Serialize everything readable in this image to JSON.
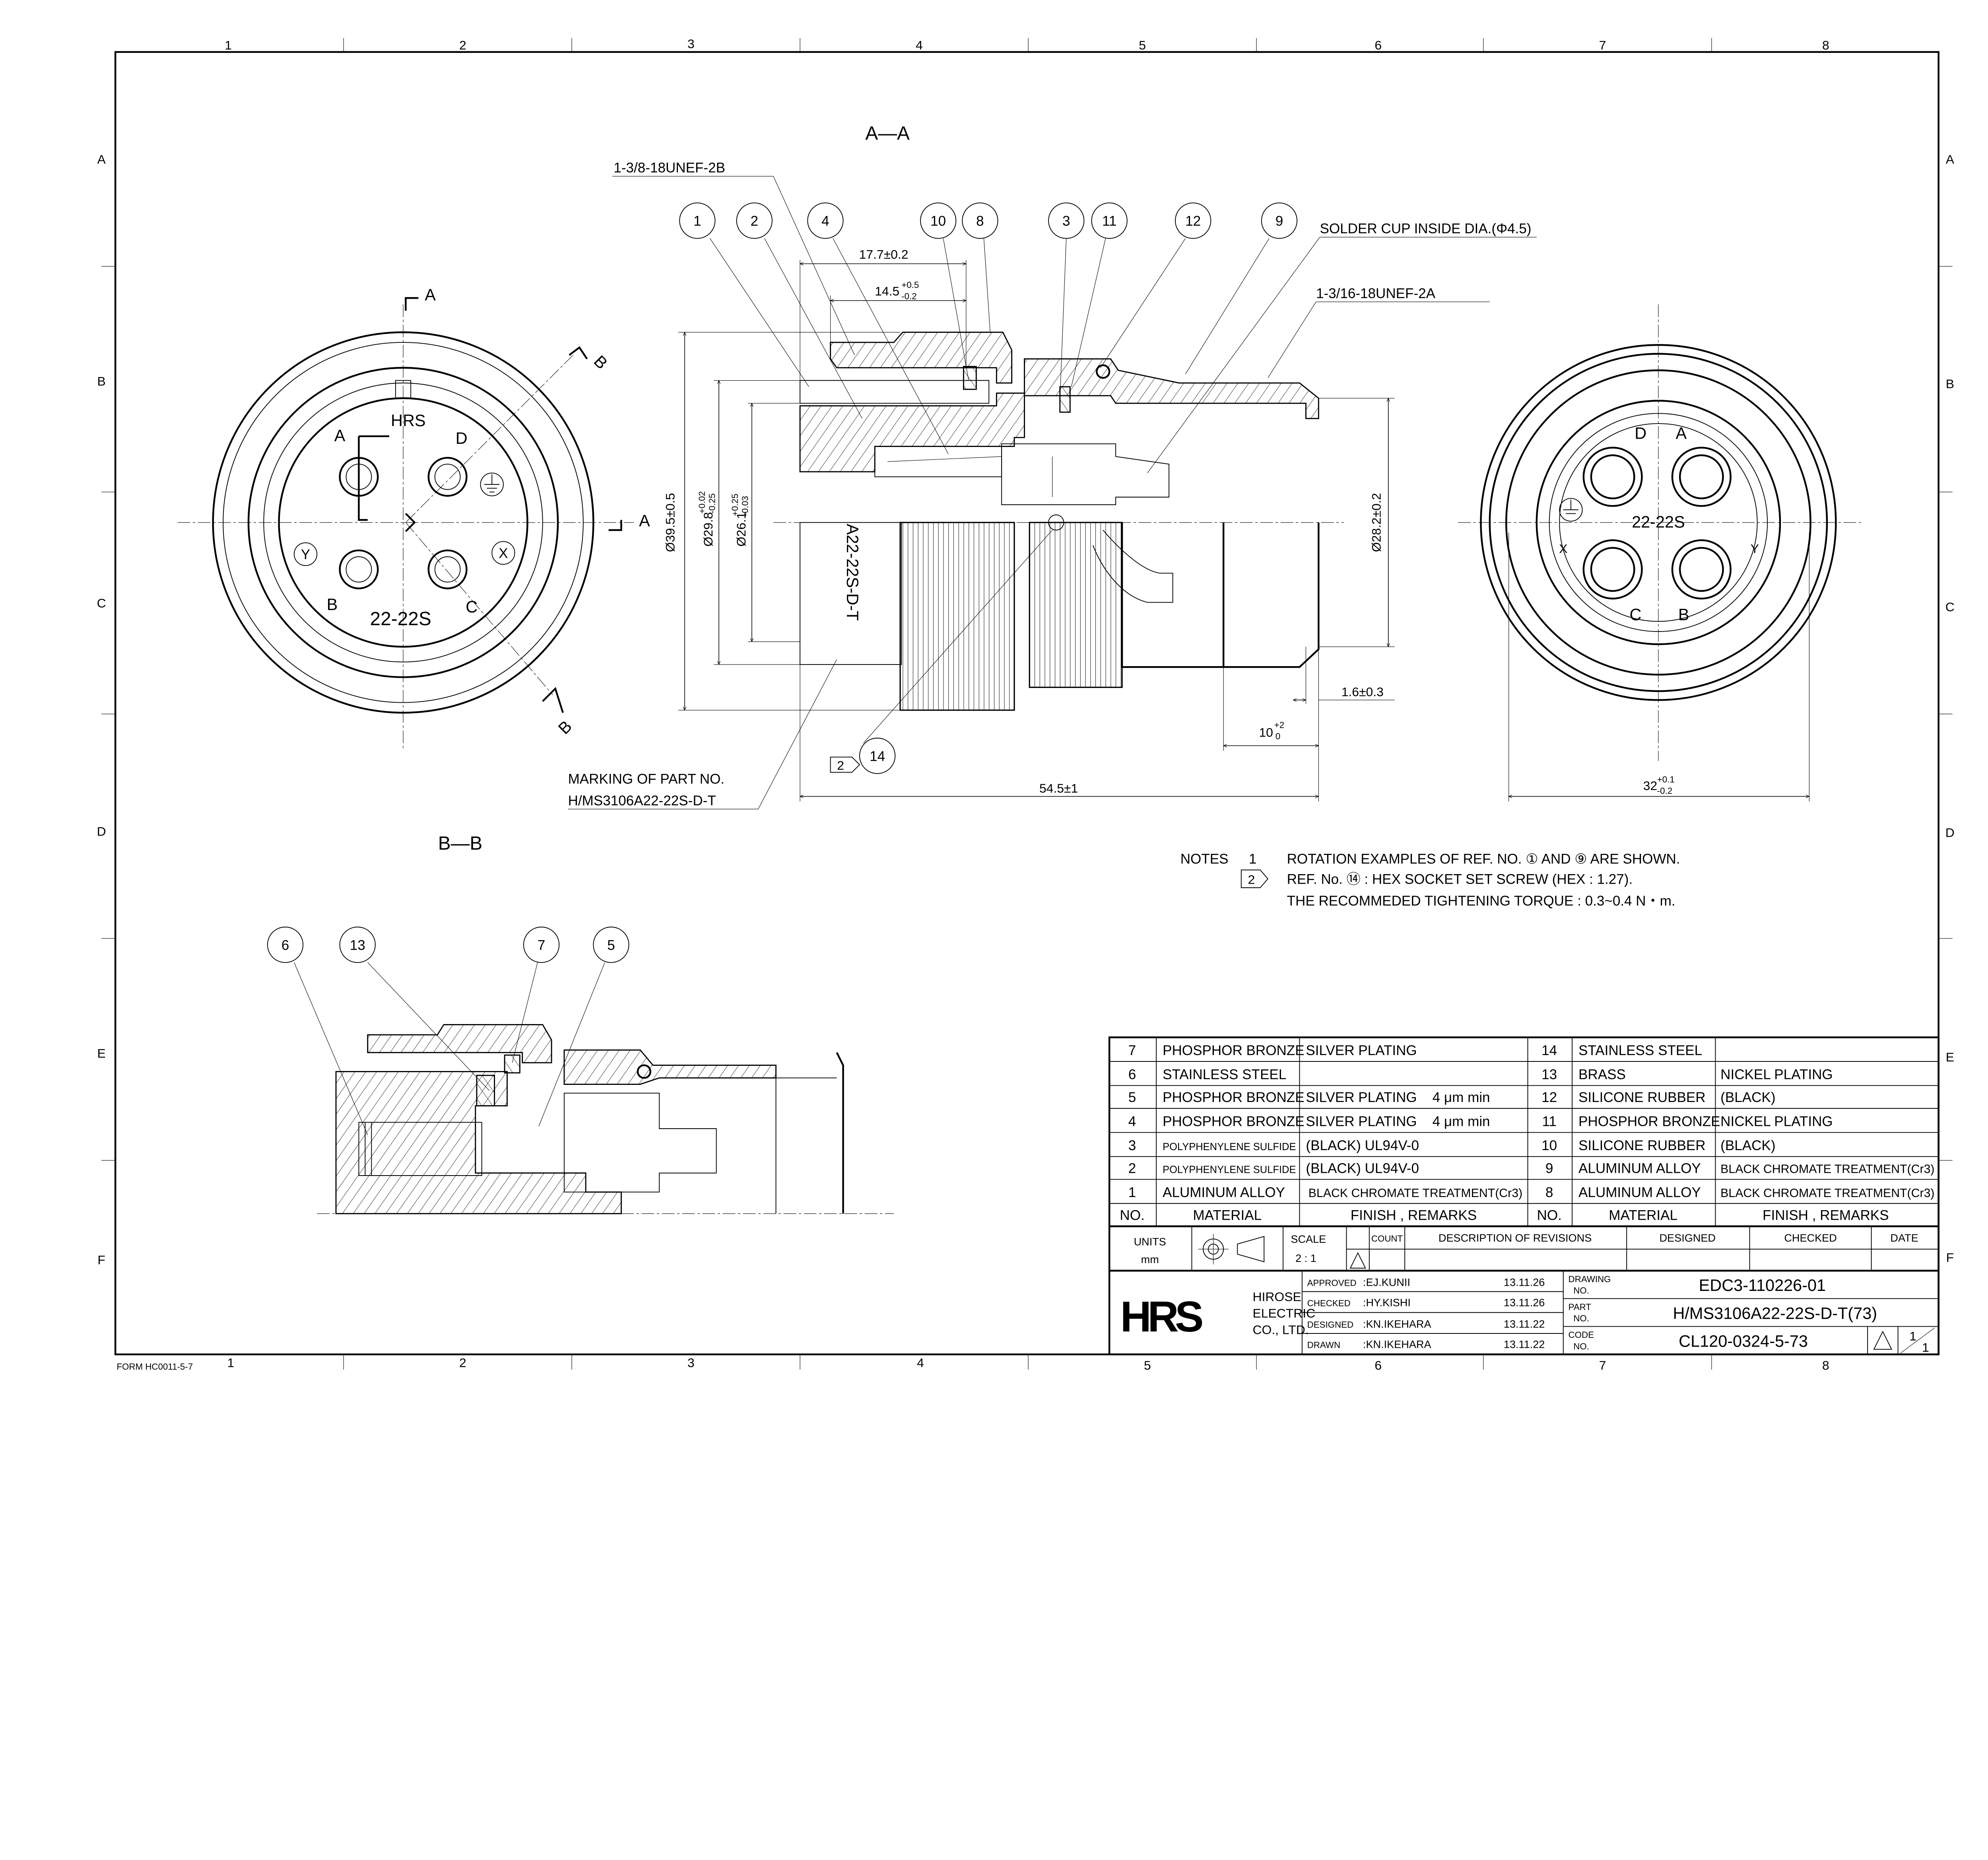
{
  "sheet": {
    "form_number": "FORM HC0011-5-7",
    "columns": [
      "1",
      "2",
      "3",
      "4",
      "5",
      "6",
      "7",
      "8"
    ],
    "rows": [
      "A",
      "B",
      "C",
      "D",
      "E",
      "F"
    ]
  },
  "views": {
    "section_aa": "A—A",
    "section_bb": "B—B",
    "cut_label_a": "A",
    "cut_label_b": "B"
  },
  "front_view": {
    "logo": "HRS",
    "contacts": [
      "A",
      "D",
      "B",
      "C"
    ],
    "polarity": [
      "Y",
      "X"
    ],
    "insert": "22-22S"
  },
  "rear_view": {
    "contacts": [
      "D",
      "A",
      "C",
      "B"
    ],
    "polarity": [
      "X",
      "Y"
    ],
    "insert": "22-22S"
  },
  "callouts": {
    "thread_front": "1-3/8-18UNEF-2B",
    "solder_cup": "SOLDER CUP INSIDE DIA.(Φ4.5)",
    "thread_rear": "1-3/16-18UNEF-2A",
    "marking_label": "MARKING OF PART NO.",
    "marking_value": "H/MS3106A22-22S-D-T",
    "body_marking": "A22-22S-D-T",
    "note_flag": "2"
  },
  "balloons": {
    "section_aa": [
      "1",
      "2",
      "4",
      "10",
      "8",
      "3",
      "11",
      "12",
      "9",
      "14"
    ],
    "section_bb": [
      "6",
      "13",
      "7",
      "5"
    ]
  },
  "dimensions": {
    "d17_7": "17.7±0.2",
    "d14_5": {
      "nominal": "14.5",
      "upper": "+0.5",
      "lower": "-0.2"
    },
    "dia39_5": "Ø39.5±0.5",
    "dia29_8": {
      "nominal": "Ø29.8",
      "upper": "+0.02",
      "lower": "-0.25"
    },
    "dia26_1": {
      "nominal": "Ø26.1",
      "upper": "+0.25",
      "lower": "-0.03"
    },
    "dia28_2": "Ø28.2±0.2",
    "d1_6": "1.6±0.3",
    "d10": {
      "nominal": "10",
      "upper": "+2",
      "lower": "0"
    },
    "d54_5": "54.5±1",
    "d32": {
      "nominal": "32",
      "upper": "+0.1",
      "lower": "-0.2"
    }
  },
  "notes": {
    "heading": "NOTES",
    "items": [
      {
        "num": "1",
        "lines": [
          "ROTATION EXAMPLES OF REF. NO. ① AND ⑨ ARE SHOWN."
        ]
      },
      {
        "num": "2",
        "lines": [
          "REF. No. ⑭ : HEX SOCKET SET SCREW (HEX : 1.27).",
          "THE RECOMMEDED TIGHTENING TORQUE : 0.3~0.4 N・m."
        ]
      }
    ]
  },
  "parts_table": {
    "headers": [
      "NO.",
      "MATERIAL",
      "FINISH , REMARKS",
      "NO.",
      "MATERIAL",
      "FINISH , REMARKS"
    ],
    "rows": [
      {
        "left": [
          "7",
          "PHOSPHOR BRONZE",
          "SILVER PLATING"
        ],
        "right": [
          "14",
          "STAINLESS STEEL",
          ""
        ]
      },
      {
        "left": [
          "6",
          "STAINLESS STEEL",
          ""
        ],
        "right": [
          "13",
          "BRASS",
          "NICKEL PLATING"
        ]
      },
      {
        "left": [
          "5",
          "PHOSPHOR BRONZE",
          "SILVER PLATING    4 μm min"
        ],
        "right": [
          "12",
          "SILICONE RUBBER",
          "(BLACK)"
        ]
      },
      {
        "left": [
          "4",
          "PHOSPHOR BRONZE",
          "SILVER PLATING    4 μm min"
        ],
        "right": [
          "11",
          "PHOSPHOR BRONZE",
          "NICKEL PLATING"
        ]
      },
      {
        "left": [
          "3",
          "POLYPHENYLENE SULFIDE",
          "(BLACK) UL94V-0"
        ],
        "right": [
          "10",
          "SILICONE RUBBER",
          "(BLACK)"
        ]
      },
      {
        "left": [
          "2",
          "POLYPHENYLENE SULFIDE",
          "(BLACK) UL94V-0"
        ],
        "right": [
          "9",
          "ALUMINUM ALLOY",
          "BLACK CHROMATE TREATMENT(Cr3)"
        ]
      },
      {
        "left": [
          "1",
          "ALUMINUM ALLOY",
          "BLACK CHROMATE TREATMENT(Cr3)"
        ],
        "right": [
          "8",
          "ALUMINUM ALLOY",
          "BLACK CHROMATE TREATMENT(Cr3)"
        ]
      }
    ]
  },
  "revision_block": {
    "units_label": "UNITS",
    "units_value": "mm",
    "projection_symbol": "third-angle-projection-icon",
    "scale_label": "SCALE",
    "scale_value": "2 : 1",
    "count": "COUNT",
    "description": "DESCRIPTION OF REVISIONS",
    "designed": "DESIGNED",
    "checked": "CHECKED",
    "date": "DATE"
  },
  "title_block": {
    "company_logo": "HRS",
    "company_name": [
      "HIROSE",
      "ELECTRIC",
      "CO., LTD."
    ],
    "approvals": [
      {
        "role": "APPROVED",
        "name": ":EJ.KUNII",
        "date": "13.11.26"
      },
      {
        "role": "CHECKED",
        "name": ":HY.KISHI",
        "date": "13.11.26"
      },
      {
        "role": "DESIGNED",
        "name": ":KN.IKEHARA",
        "date": "13.11.22"
      },
      {
        "role": "DRAWN",
        "name": ":KN.IKEHARA",
        "date": "13.11.22"
      }
    ],
    "drawing_no_label": [
      "DRAWING",
      "NO."
    ],
    "drawing_no": "EDC3-110226-01",
    "part_no_label": [
      "PART",
      "NO."
    ],
    "part_no": "H/MS3106A22-22S-D-T(73)",
    "code_no_label": [
      "CODE",
      "NO."
    ],
    "code_no": "CL120-0324-5-73",
    "sheet_num": "1",
    "sheet_total": "1"
  }
}
